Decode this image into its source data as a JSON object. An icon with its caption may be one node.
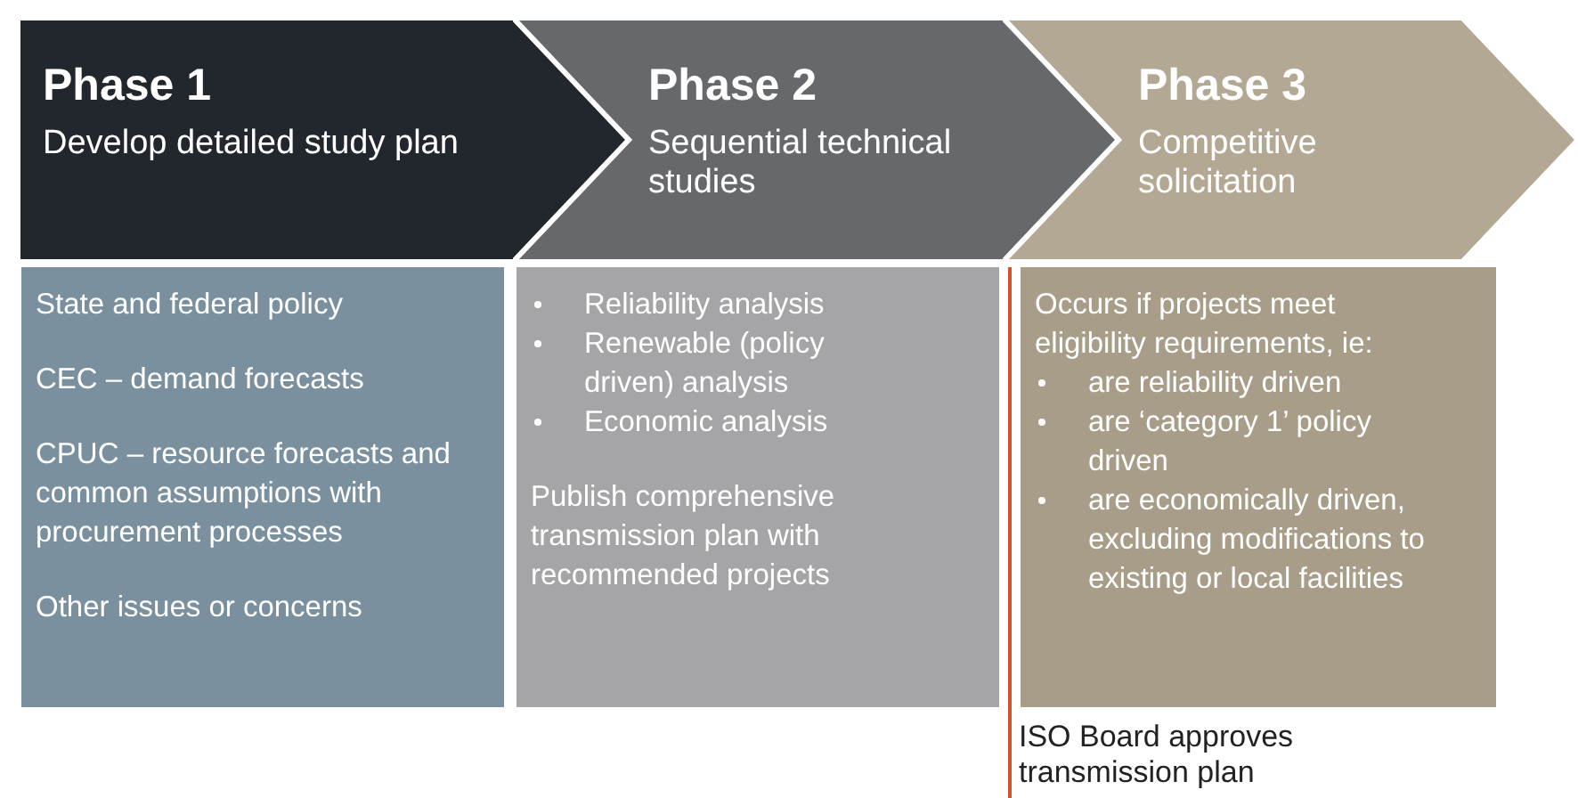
{
  "diagram": {
    "nodes": [
      {
        "text": [
          "Phase 1",
          "Develop detailed study plan"
        ]
      },
      {
        "text": [
          "Phase 2",
          "Sequential technical studies"
        ]
      },
      {
        "text": [
          "Phase 3",
          "Competitive solicitation"
        ]
      },
      {
        "text": [
          "State and federal policy",
          "CEC – demand forecasts",
          "CPUC – resource forecasts and common assumptions with procurement processes",
          "Other issues or concerns"
        ]
      },
      {
        "text": [
          "Reliability analysis",
          "Renewable (policy driven) analysis",
          "Economic analysis",
          "Publish comprehensive transmission plan with recommended projects"
        ]
      },
      {
        "text": [
          "Occurs if projects meet eligibility requirements, ie:",
          "are reliability driven",
          "are ‘category 1’ policy driven",
          "are economically driven, excluding modifications to existing or local facilities"
        ]
      }
    ],
    "edges": [],
    "labels": [
      "ISO Board approves transmission plan"
    ]
  }
}
